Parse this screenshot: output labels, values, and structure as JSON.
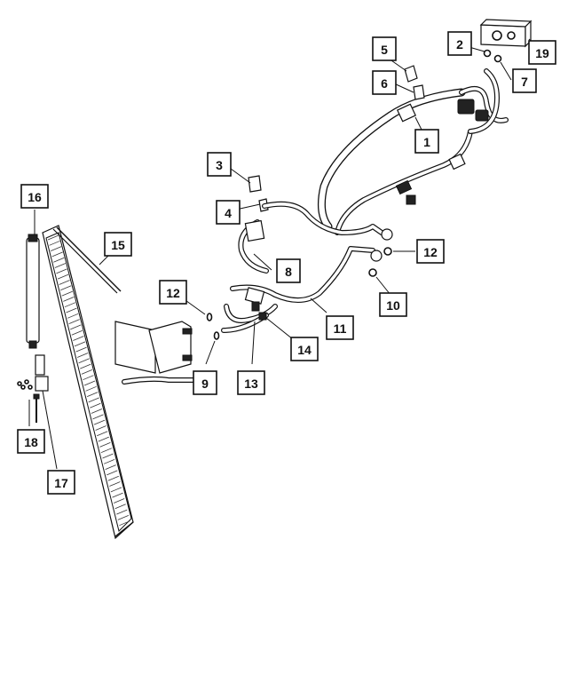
{
  "callouts": [
    {
      "id": "1",
      "label": "1"
    },
    {
      "id": "2",
      "label": "2"
    },
    {
      "id": "3",
      "label": "3"
    },
    {
      "id": "4",
      "label": "4"
    },
    {
      "id": "5",
      "label": "5"
    },
    {
      "id": "6",
      "label": "6"
    },
    {
      "id": "7",
      "label": "7"
    },
    {
      "id": "8",
      "label": "8"
    },
    {
      "id": "9",
      "label": "9"
    },
    {
      "id": "10",
      "label": "10"
    },
    {
      "id": "11",
      "label": "11"
    },
    {
      "id": "12a",
      "label": "12"
    },
    {
      "id": "12b",
      "label": "12"
    },
    {
      "id": "13",
      "label": "13"
    },
    {
      "id": "14",
      "label": "14"
    },
    {
      "id": "15",
      "label": "15"
    },
    {
      "id": "16",
      "label": "16"
    },
    {
      "id": "17",
      "label": "17"
    },
    {
      "id": "18",
      "label": "18"
    },
    {
      "id": "19",
      "label": "19"
    }
  ],
  "colors": {
    "ink": "#111111",
    "paper": "#ffffff"
  }
}
